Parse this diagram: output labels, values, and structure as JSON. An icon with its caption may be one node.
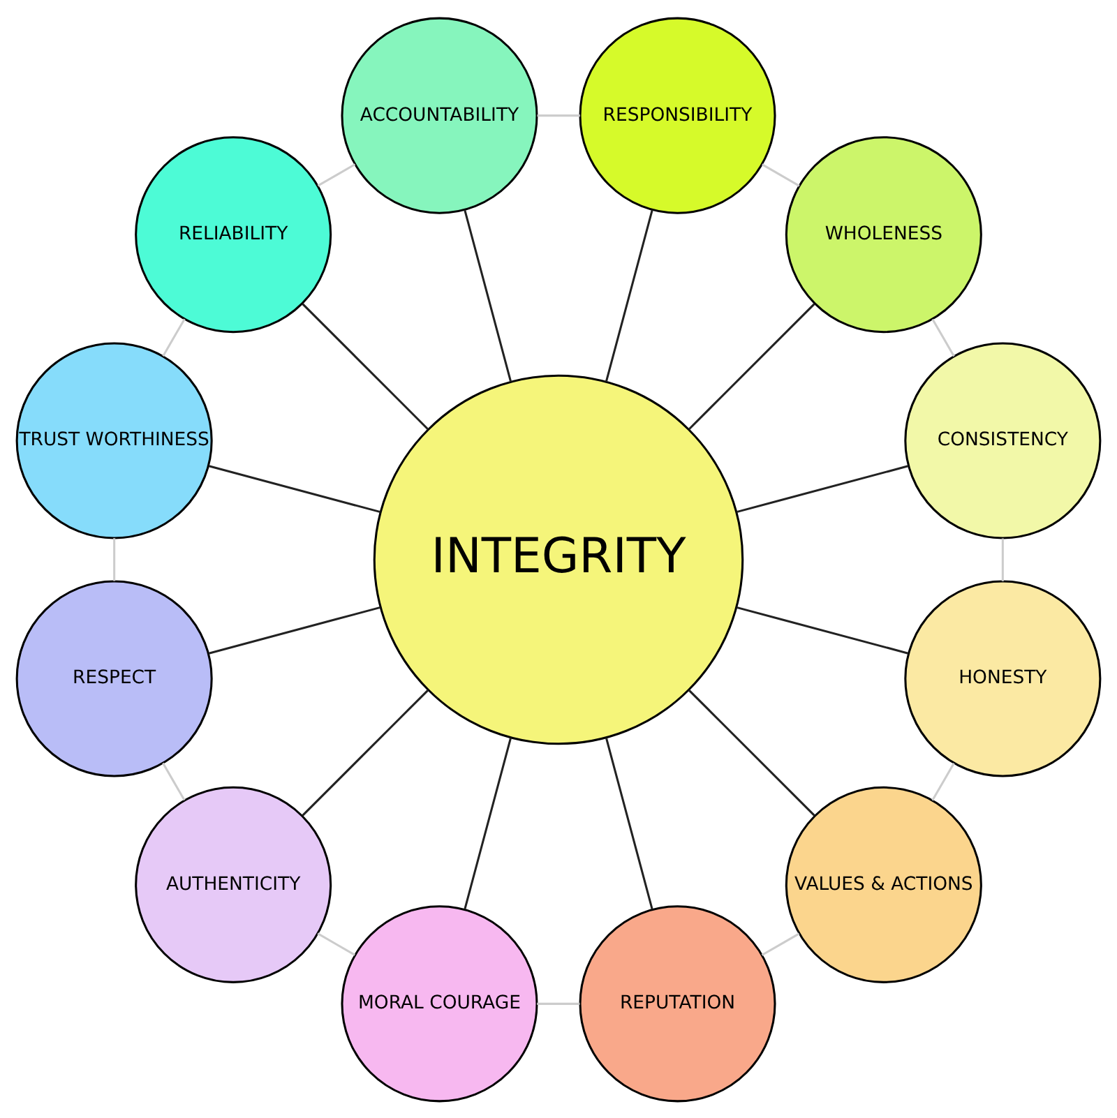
{
  "diagram": {
    "nodes": [
      {
        "text": [
          "INTEGRITY"
        ]
      },
      {
        "text": [
          "CONSISTENCY"
        ]
      },
      {
        "text": [
          "WHOLENESS"
        ]
      },
      {
        "text": [
          "RESPONSIBILITY"
        ]
      },
      {
        "text": [
          "ACCOUNTABILITY"
        ]
      },
      {
        "text": [
          "RELIABILITY"
        ]
      },
      {
        "text": [
          "TRUST WORTHINESS"
        ]
      },
      {
        "text": [
          "RESPECT"
        ]
      },
      {
        "text": [
          "AUTHENTICITY"
        ]
      },
      {
        "text": [
          "MORAL COURAGE"
        ]
      },
      {
        "text": [
          "REPUTATION"
        ]
      },
      {
        "text": [
          "VALUES & ACTIONS"
        ]
      },
      {
        "text": [
          "HONESTY"
        ]
      }
    ],
    "edges": [
      {
        "from": 0,
        "to": 1,
        "arrow": "none"
      },
      {
        "from": 0,
        "to": 2,
        "arrow": "none"
      },
      {
        "from": 0,
        "to": 3,
        "arrow": "none"
      },
      {
        "from": 0,
        "to": 4,
        "arrow": "none"
      },
      {
        "from": 0,
        "to": 5,
        "arrow": "none"
      },
      {
        "from": 0,
        "to": 6,
        "arrow": "none"
      },
      {
        "from": 0,
        "to": 7,
        "arrow": "none"
      },
      {
        "from": 0,
        "to": 8,
        "arrow": "none"
      },
      {
        "from": 0,
        "to": 9,
        "arrow": "none"
      },
      {
        "from": 0,
        "to": 10,
        "arrow": "none"
      },
      {
        "from": 0,
        "to": 11,
        "arrow": "none"
      },
      {
        "from": 0,
        "to": 12,
        "arrow": "none"
      },
      {
        "from": 1,
        "to": 2,
        "arrow": "none",
        "color": "#cccccc"
      },
      {
        "from": 2,
        "to": 3,
        "arrow": "none",
        "color": "#cccccc"
      },
      {
        "from": 3,
        "to": 4,
        "arrow": "none",
        "color": "#cccccc"
      },
      {
        "from": 4,
        "to": 5,
        "arrow": "none",
        "color": "#cccccc"
      },
      {
        "from": 5,
        "to": 6,
        "arrow": "none",
        "color": "#cccccc"
      },
      {
        "from": 6,
        "to": 7,
        "arrow": "none",
        "color": "#cccccc"
      },
      {
        "from": 7,
        "to": 8,
        "arrow": "none",
        "color": "#cccccc"
      },
      {
        "from": 8,
        "to": 9,
        "arrow": "none",
        "color": "#cccccc"
      },
      {
        "from": 9,
        "to": 10,
        "arrow": "none",
        "color": "#cccccc"
      },
      {
        "from": 10,
        "to": 11,
        "arrow": "none",
        "color": "#cccccc"
      },
      {
        "from": 11,
        "to": 12,
        "arrow": "none",
        "color": "#cccccc"
      },
      {
        "from": 12,
        "to": 1,
        "arrow": "none",
        "color": "#cccccc"
      }
    ]
  }
}
